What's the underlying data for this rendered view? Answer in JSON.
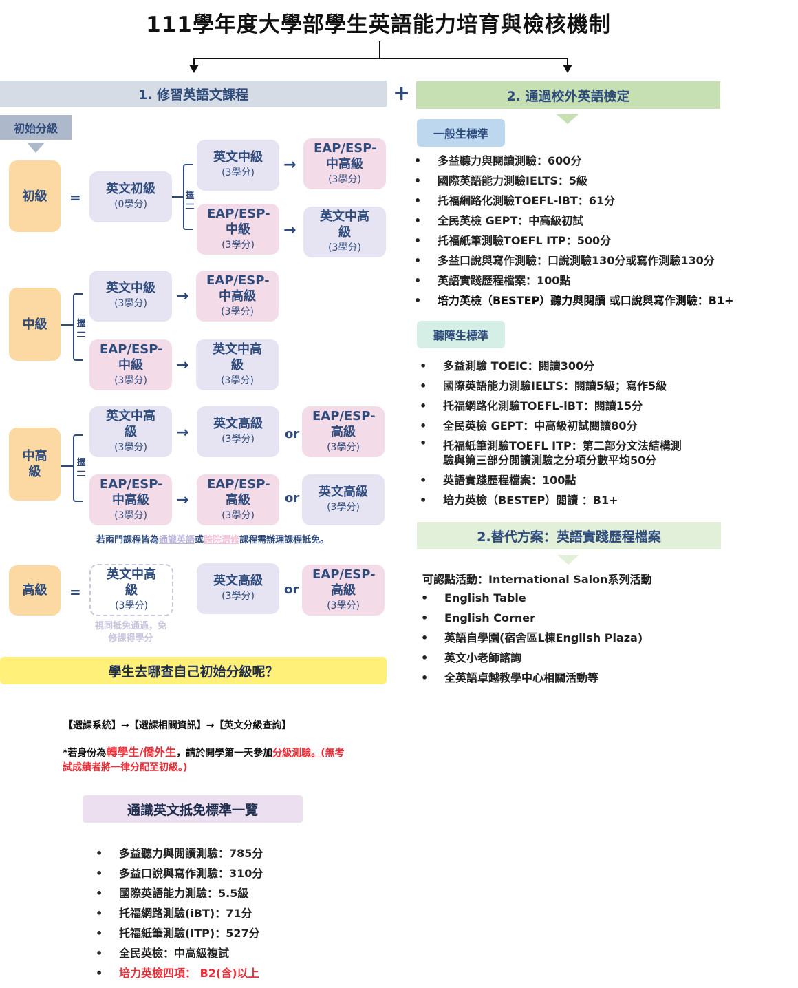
{
  "title": "111學年度大學部學生英語能力培育與檢核機制",
  "plus": "+",
  "section1": "1. 修習英語文課程",
  "section2": "2. 通過校外英語檢定",
  "initial_label": "初始分級",
  "choose": "擇一",
  "eq": "=",
  "arrow": "→",
  "or": "or",
  "levels": {
    "basic": "初級",
    "mid": "中級",
    "upper": "中高級",
    "high": "高級"
  },
  "courses": {
    "eng_basic": "英文初級",
    "eng_mid": "英文中級",
    "eng_upper": "英文中高級",
    "eng_high": "英文高級",
    "eap_mid": "EAP/ESP-中級",
    "eap_upper": "EAP/ESP-中高級",
    "eap_high": "EAP/ESP-高級",
    "credit0": "(0學分)",
    "credit3": "(3學分)"
  },
  "two_courses_note": {
    "a": "若兩門課程皆為",
    "b": "通識英語",
    "c": "或",
    "d": "跨院選修",
    "e": "課程需辦理課程抵免。"
  },
  "waived_note": "視同抵免通過，免修課得學分",
  "query_question": "學生去哪查自己初始分級呢？",
  "query_path": "【選課系統】→【選課相關資訊】→【英文分級查詢】",
  "transfer_note": {
    "a": "*若身份為",
    "b": "轉學生/僑外生",
    "c": "，請於開學第一天參加",
    "d": "分級測驗。",
    "e": "(無考試成績者將一律分配至初級。)"
  },
  "exemption_title": "通識英文抵免標準一覽",
  "exemption_items": [
    "多益聽力與閱讀測驗：785分",
    "多益口說與寫作測驗：310分",
    "國際英語能力測驗：5.5級",
    "托福網路測驗(iBT)：71分",
    "托福紙筆測驗(ITP)：527分",
    "全民英檢：中高級複試",
    "培力英檢四項： B2(含)以上"
  ],
  "general_title": "一般生標準",
  "general_items": [
    "多益聽力與閱讀測驗：600分",
    "國際英語能力測驗IELTS：5級",
    "托福網路化測驗TOEFL-iBT：61分",
    "全民英檢 GEPT：中高級初試",
    "托福紙筆測驗TOEFL ITP：500分",
    "多益口說與寫作測驗：口說測驗130分或寫作測驗130分",
    "英語實踐歷程檔案：100點",
    "培力英檢（BESTEP）聽力與閱讀 或口說與寫作測驗：B1+"
  ],
  "hearing_title": "聽障生標準",
  "hearing_items": [
    "多益測驗 TOEIC：閱讀300分",
    "國際英語能力測驗IELTS：閱讀5級；寫作5級",
    "托福網路化測驗TOEFL-iBT：閱讀15分",
    "全民英檢 GEPT：中高級初試閱讀80分",
    "托福紙筆測驗TOEFL ITP：第二部分文法結構測驗與第三部分閱讀測驗之分項分數平均50分",
    "英語實踐歷程檔案：100點",
    "培力英檢（BESTEP）閱讀 ：B1+"
  ],
  "alt_title": "2.替代方案：英語實踐歷程檔案",
  "alt_intro": "可認點活動：International Salon系列活動",
  "alt_items": [
    "English Table",
    "English Corner",
    "英語自學園(宿舍區L棟English Plaza)",
    "英文小老師諮詢",
    "全英語卓越教學中心相關活動等"
  ],
  "colors": {
    "section1": "#d6dce5",
    "section2": "#c6e0b4",
    "level": "#fcd9a2",
    "lavender": "#e6e4f2",
    "pink": "#f4dbe8",
    "general": "#bdd7ee",
    "hearing": "#d5efe6",
    "query": "#fff07a",
    "exempt": "#ecdff0",
    "red": "#e8303a"
  }
}
